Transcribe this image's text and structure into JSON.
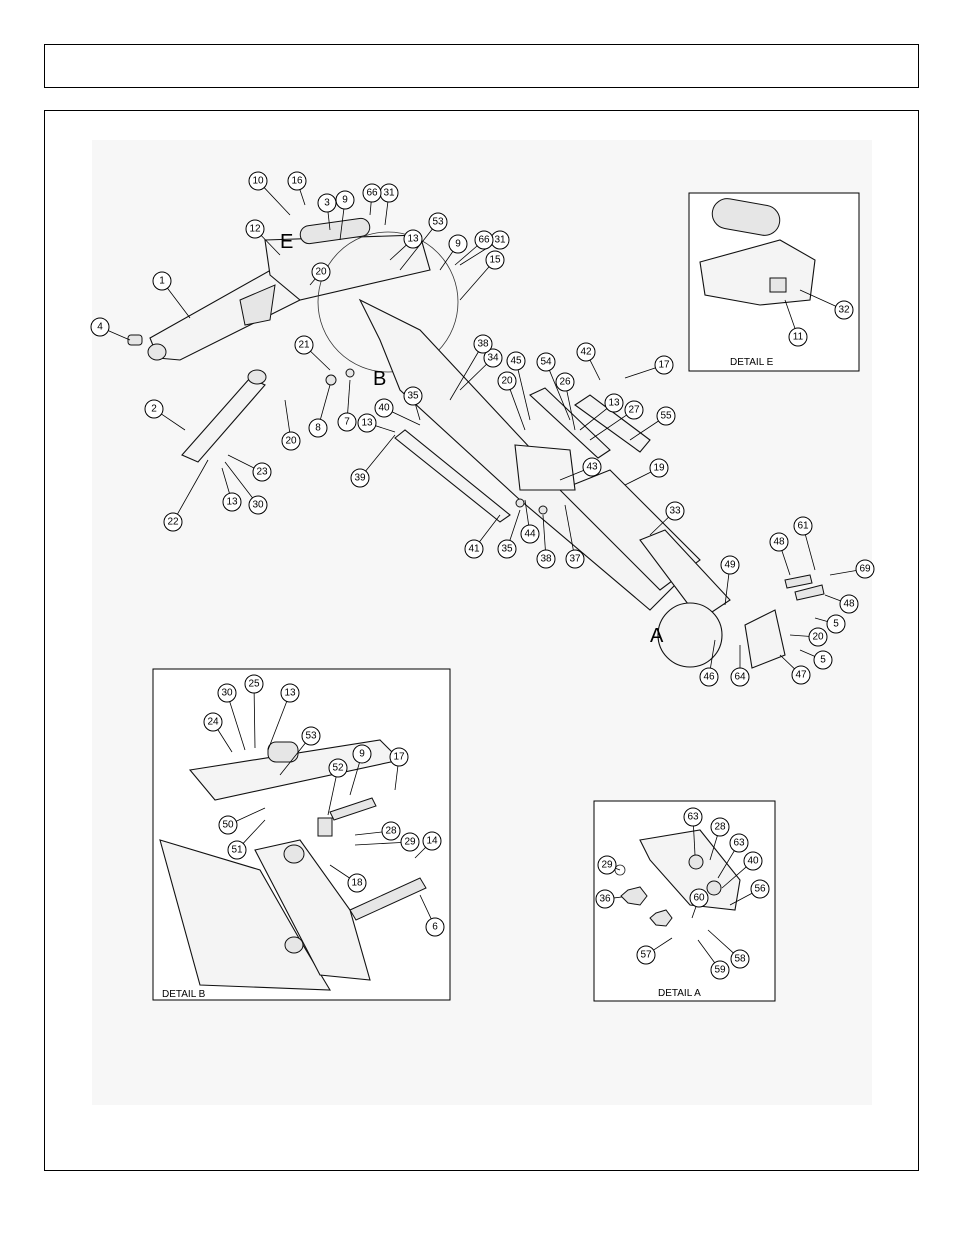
{
  "details": {
    "e": "DETAIL E",
    "b": "DETAIL B",
    "a": "DETAIL A"
  },
  "view_letters": {
    "e": "E",
    "b": "B",
    "a": "A"
  },
  "main_callouts": [
    "1",
    "2",
    "3",
    "4",
    "5",
    "5",
    "7",
    "8",
    "9",
    "9",
    "10",
    "11",
    "12",
    "13",
    "13",
    "13",
    "13",
    "15",
    "16",
    "17",
    "19",
    "20",
    "20",
    "20",
    "20",
    "21",
    "22",
    "23",
    "26",
    "27",
    "30",
    "31",
    "31",
    "32",
    "33",
    "34",
    "35",
    "35",
    "37",
    "38",
    "38",
    "39",
    "40",
    "41",
    "42",
    "43",
    "44",
    "45",
    "46",
    "47",
    "48",
    "48",
    "49",
    "53",
    "54",
    "55",
    "61",
    "64",
    "66",
    "66",
    "69"
  ],
  "detail_b_callouts": [
    "6",
    "9",
    "13",
    "14",
    "17",
    "18",
    "24",
    "25",
    "28",
    "29",
    "30",
    "50",
    "51",
    "52",
    "53"
  ],
  "detail_a_callouts": [
    "28",
    "29",
    "36",
    "40",
    "56",
    "57",
    "58",
    "59",
    "60",
    "63",
    "63"
  ]
}
